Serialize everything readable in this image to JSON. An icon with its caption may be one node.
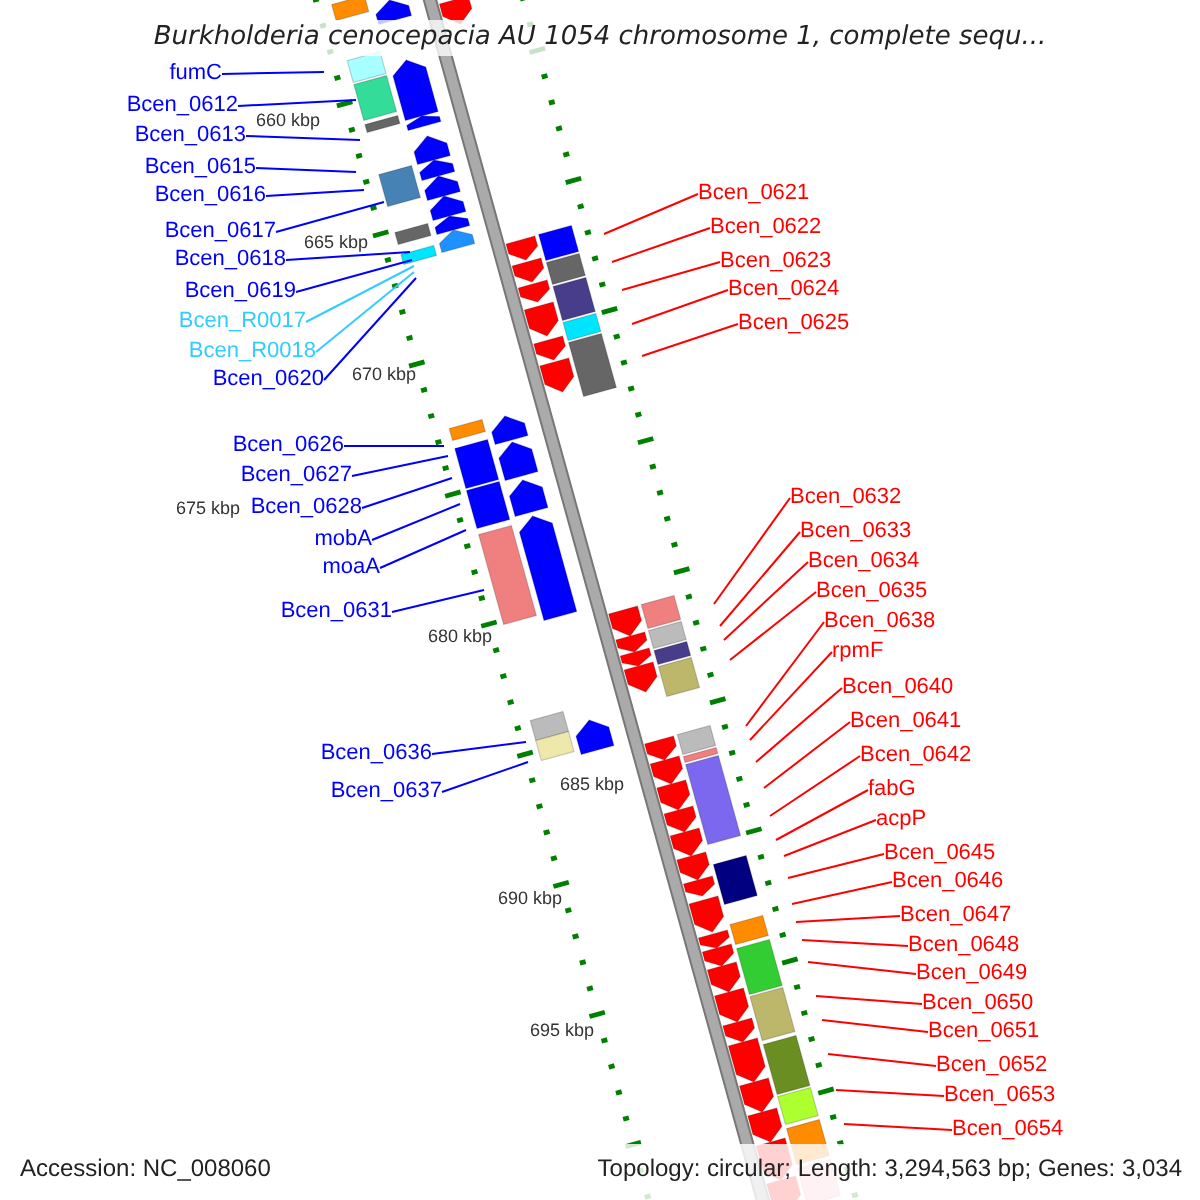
{
  "diagram": {
    "title": "Burkholderia cenocepacia AU 1054 chromosome 1, complete sequ...",
    "nodes": [
      {
        "text": [
          "fumC"
        ]
      },
      {
        "text": [
          "Bcen_0612"
        ]
      },
      {
        "text": [
          "Bcen_0613"
        ]
      },
      {
        "text": [
          "Bcen_0615"
        ]
      },
      {
        "text": [
          "Bcen_0616"
        ]
      },
      {
        "text": [
          "Bcen_0617"
        ]
      },
      {
        "text": [
          "Bcen_0618"
        ]
      },
      {
        "text": [
          "Bcen_0619"
        ]
      },
      {
        "text": [
          "Bcen_R0017"
        ]
      },
      {
        "text": [
          "Bcen_R0018"
        ]
      },
      {
        "text": [
          "Bcen_0620"
        ]
      },
      {
        "text": [
          "Bcen_0626"
        ]
      },
      {
        "text": [
          "Bcen_0627"
        ]
      },
      {
        "text": [
          "Bcen_0628"
        ]
      },
      {
        "text": [
          "mobA"
        ]
      },
      {
        "text": [
          "moaA"
        ]
      },
      {
        "text": [
          "Bcen_0631"
        ]
      },
      {
        "text": [
          "Bcen_0636"
        ]
      },
      {
        "text": [
          "Bcen_0637"
        ]
      },
      {
        "text": [
          "Bcen_0621"
        ]
      },
      {
        "text": [
          "Bcen_0622"
        ]
      },
      {
        "text": [
          "Bcen_0623"
        ]
      },
      {
        "text": [
          "Bcen_0624"
        ]
      },
      {
        "text": [
          "Bcen_0625"
        ]
      },
      {
        "text": [
          "Bcen_0632"
        ]
      },
      {
        "text": [
          "Bcen_0633"
        ]
      },
      {
        "text": [
          "Bcen_0634"
        ]
      },
      {
        "text": [
          "Bcen_0635"
        ]
      },
      {
        "text": [
          "Bcen_0638"
        ]
      },
      {
        "text": [
          "rpmF"
        ]
      },
      {
        "text": [
          "Bcen_0640"
        ]
      },
      {
        "text": [
          "Bcen_0641"
        ]
      },
      {
        "text": [
          "Bcen_0642"
        ]
      },
      {
        "text": [
          "fabG"
        ]
      },
      {
        "text": [
          "acpP"
        ]
      },
      {
        "text": [
          "Bcen_0645"
        ]
      },
      {
        "text": [
          "Bcen_0646"
        ]
      },
      {
        "text": [
          "Bcen_0647"
        ]
      },
      {
        "text": [
          "Bcen_0648"
        ]
      },
      {
        "text": [
          "Bcen_0649"
        ]
      },
      {
        "text": [
          "Bcen_0650"
        ]
      },
      {
        "text": [
          "Bcen_0651"
        ]
      },
      {
        "text": [
          "Bcen_0652"
        ]
      },
      {
        "text": [
          "Bcen_0653"
        ]
      },
      {
        "text": [
          "Bcen_0654"
        ]
      }
    ],
    "edges": [
      {
        "from": 0,
        "to": null,
        "arrow": "none",
        "color": "#0000ff"
      },
      {
        "from": 1,
        "to": null,
        "arrow": "none",
        "color": "#0000ff"
      },
      {
        "from": 2,
        "to": null,
        "arrow": "none",
        "color": "#0000ff"
      },
      {
        "from": 3,
        "to": null,
        "arrow": "none",
        "color": "#0000ff"
      },
      {
        "from": 4,
        "to": null,
        "arrow": "none",
        "color": "#0000ff"
      },
      {
        "from": 5,
        "to": null,
        "arrow": "none",
        "color": "#0000ff"
      },
      {
        "from": 6,
        "to": null,
        "arrow": "none",
        "color": "#0000ff"
      },
      {
        "from": 7,
        "to": null,
        "arrow": "none",
        "color": "#0000ff"
      },
      {
        "from": 8,
        "to": null,
        "arrow": "none",
        "color": "#33ccff"
      },
      {
        "from": 9,
        "to": null,
        "arrow": "none",
        "color": "#33ccff"
      },
      {
        "from": 10,
        "to": null,
        "arrow": "none",
        "color": "#0000ff"
      },
      {
        "from": 11,
        "to": null,
        "arrow": "none",
        "color": "#0000ff"
      },
      {
        "from": 12,
        "to": null,
        "arrow": "none",
        "color": "#0000ff"
      },
      {
        "from": 13,
        "to": null,
        "arrow": "none",
        "color": "#0000ff"
      },
      {
        "from": 14,
        "to": null,
        "arrow": "none",
        "color": "#0000ff"
      },
      {
        "from": 15,
        "to": null,
        "arrow": "none",
        "color": "#0000ff"
      },
      {
        "from": 16,
        "to": null,
        "arrow": "none",
        "color": "#0000ff"
      },
      {
        "from": 17,
        "to": null,
        "arrow": "none",
        "color": "#0000ff"
      },
      {
        "from": 18,
        "to": null,
        "arrow": "none",
        "color": "#0000ff"
      },
      {
        "from": 19,
        "to": null,
        "arrow": "none"
      },
      {
        "from": 20,
        "to": null,
        "arrow": "none"
      },
      {
        "from": 21,
        "to": null,
        "arrow": "none"
      },
      {
        "from": 22,
        "to": null,
        "arrow": "none"
      },
      {
        "from": 23,
        "to": null,
        "arrow": "none"
      },
      {
        "from": 24,
        "to": null,
        "arrow": "none"
      },
      {
        "from": 25,
        "to": null,
        "arrow": "none"
      },
      {
        "from": 26,
        "to": null,
        "arrow": "none"
      },
      {
        "from": 27,
        "to": null,
        "arrow": "none"
      },
      {
        "from": 28,
        "to": null,
        "arrow": "none"
      },
      {
        "from": 29,
        "to": null,
        "arrow": "none"
      },
      {
        "from": 30,
        "to": null,
        "arrow": "none"
      },
      {
        "from": 31,
        "to": null,
        "arrow": "none"
      },
      {
        "from": 32,
        "to": null,
        "arrow": "none"
      },
      {
        "from": 33,
        "to": null,
        "arrow": "none"
      },
      {
        "from": 34,
        "to": null,
        "arrow": "none"
      },
      {
        "from": 35,
        "to": null,
        "arrow": "none"
      },
      {
        "from": 36,
        "to": null,
        "arrow": "none"
      },
      {
        "from": 37,
        "to": null,
        "arrow": "none"
      },
      {
        "from": 38,
        "to": null,
        "arrow": "none"
      },
      {
        "from": 39,
        "to": null,
        "arrow": "none"
      },
      {
        "from": 40,
        "to": null,
        "arrow": "none"
      },
      {
        "from": 41,
        "to": null,
        "arrow": "none"
      },
      {
        "from": 42,
        "to": null,
        "arrow": "none"
      },
      {
        "from": 43,
        "to": null,
        "arrow": "none"
      },
      {
        "from": 44,
        "to": null,
        "arrow": "none"
      }
    ],
    "labels": [
      "660 kbp",
      "665 kbp",
      "670 kbp",
      "675 kbp",
      "680 kbp",
      "685 kbp",
      "690 kbp",
      "695 kbp",
      "Accession: NC_008060",
      "Topology: circular; Length: 3,294,563 bp; Genes: 3,034"
    ]
  }
}
